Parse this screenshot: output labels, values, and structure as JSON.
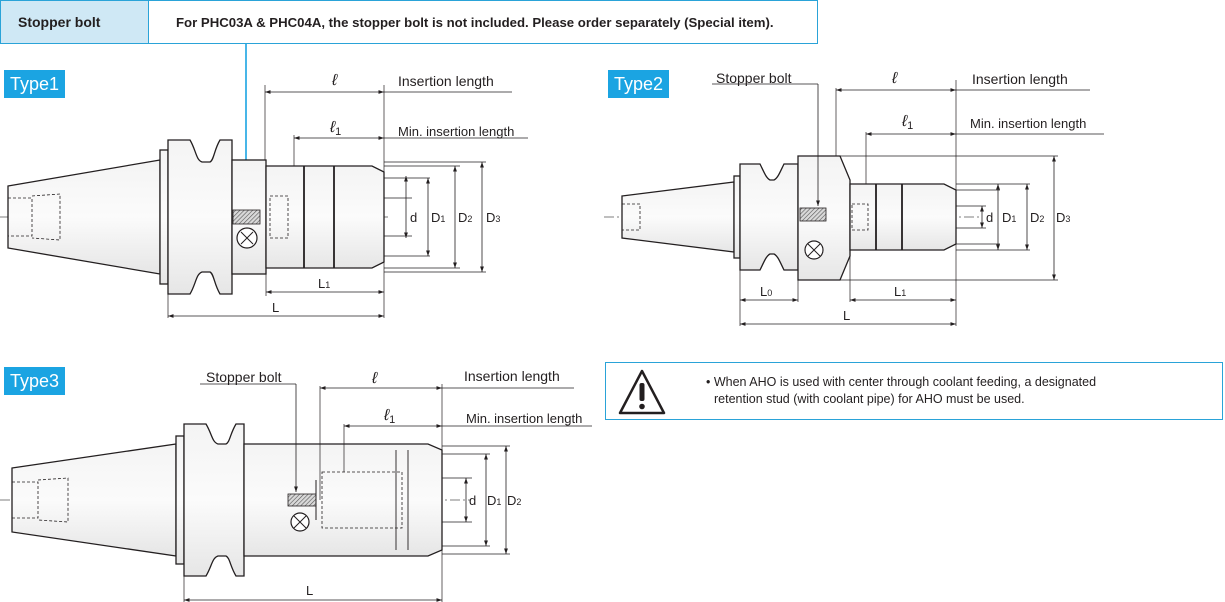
{
  "table": {
    "header": "Stopper bolt",
    "value": "For PHC03A & PHC04A, the stopper bolt is not included. Please order separately (Special item)."
  },
  "types": {
    "type1": {
      "tag": "Type1",
      "insertion_label": "Insertion length",
      "min_label": "Min. insertion length",
      "l": "ℓ",
      "l1": "ℓ",
      "l1_sub": "1",
      "d": "d",
      "D1": "D",
      "D1_sub": "1",
      "D2": "D",
      "D2_sub": "2",
      "D3": "D",
      "D3_sub": "3",
      "L1": "L",
      "L1_sub": "1",
      "L": "L"
    },
    "type2": {
      "tag": "Type2",
      "stopper_label": "Stopper bolt",
      "insertion_label": "Insertion length",
      "min_label": "Min. insertion length",
      "l": "ℓ",
      "l1": "ℓ",
      "l1_sub": "1",
      "d": "d",
      "D1": "D",
      "D1_sub": "1",
      "D2": "D",
      "D2_sub": "2",
      "D3": "D",
      "D3_sub": "3",
      "L0": "L",
      "L0_sub": "0",
      "L1": "L",
      "L1_sub": "1",
      "L": "L"
    },
    "type3": {
      "tag": "Type3",
      "stopper_label": "Stopper bolt",
      "insertion_label": "Insertion length",
      "min_label": "Min. insertion length",
      "l": "ℓ",
      "l1": "ℓ",
      "l1_sub": "1",
      "d": "d",
      "D1": "D",
      "D1_sub": "1",
      "D2": "D",
      "D2_sub": "2",
      "L": "L"
    }
  },
  "note": {
    "line1": "• When AHO is used with center through coolant feeding, a designated",
    "line2": "retention stud (with coolant pipe) for AHO must be used.",
    "icon": "warning-icon"
  },
  "colors": {
    "accent": "#1ba4e2",
    "table_header_bg": "#cfe8f5",
    "border": "#2aa3d8"
  }
}
